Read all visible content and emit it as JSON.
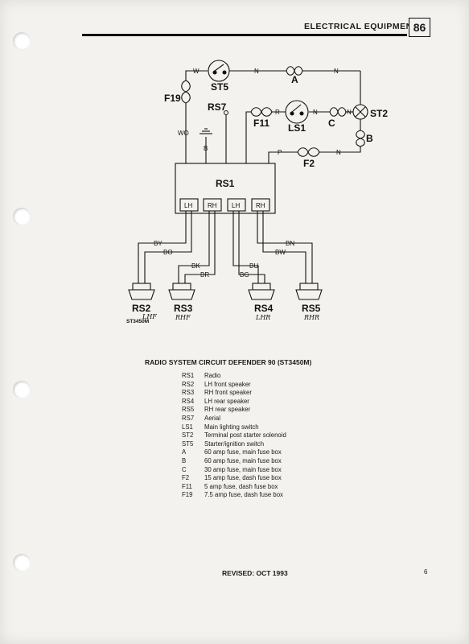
{
  "header": {
    "title": "ELECTRICAL EQUIPMENT",
    "section_number": "86"
  },
  "diagram": {
    "components": {
      "st5": "ST5",
      "st2": "ST2",
      "rs7": "RS7",
      "ls1": "LS1",
      "f19": "F19",
      "f11": "F11",
      "f2": "F2",
      "fuse_a": "A",
      "fuse_b": "B",
      "fuse_c": "C",
      "rs1": "RS1",
      "rs2": "RS2",
      "rs3": "RS3",
      "rs4": "RS4",
      "rs5": "RS5"
    },
    "wires": {
      "w": "W",
      "n1": "N",
      "n2": "N",
      "n3": "N",
      "n4": "N",
      "n5": "N",
      "r": "R",
      "p": "P",
      "wo": "WO",
      "b": "B",
      "by": "BY",
      "bo": "BO",
      "bk": "BK",
      "br": "BR",
      "bu": "BU",
      "bg": "BG",
      "bn": "BN",
      "bw": "BW"
    },
    "connectors": [
      "LH",
      "RH",
      "LH",
      "RH"
    ],
    "part_number": "ST3450M",
    "handwritten": {
      "rs2": "LHF",
      "rs3": "RHF",
      "rs4": "LHR",
      "rs5": "RHR"
    }
  },
  "caption": "RADIO SYSTEM CIRCUIT DEFENDER 90 (ST3450M)",
  "legend": [
    {
      "code": "RS1",
      "desc": "Radio"
    },
    {
      "code": "RS2",
      "desc": "LH front speaker"
    },
    {
      "code": "RS3",
      "desc": "RH front speaker"
    },
    {
      "code": "RS4",
      "desc": "LH rear speaker"
    },
    {
      "code": "RS5",
      "desc": "RH rear speaker"
    },
    {
      "code": "RS7",
      "desc": "Aerial"
    },
    {
      "code": "LS1",
      "desc": "Main lighting switch"
    },
    {
      "code": "ST2",
      "desc": "Terminal post starter solenoid"
    },
    {
      "code": "ST5",
      "desc": "Starter/ignition switch"
    },
    {
      "code": "A",
      "desc": "60 amp fuse, main fuse box"
    },
    {
      "code": "B",
      "desc": "60 amp fuse, main fuse box"
    },
    {
      "code": "C",
      "desc": "30 amp fuse, main fuse box"
    },
    {
      "code": "F2",
      "desc": "15 amp fuse, dash fuse box"
    },
    {
      "code": "F11",
      "desc": "5 amp fuse, dash fuse box"
    },
    {
      "code": "F19",
      "desc": "7.5 amp fuse, dash fuse box"
    }
  ],
  "footer": {
    "revised": "REVISED: OCT 1993",
    "page": "6"
  }
}
